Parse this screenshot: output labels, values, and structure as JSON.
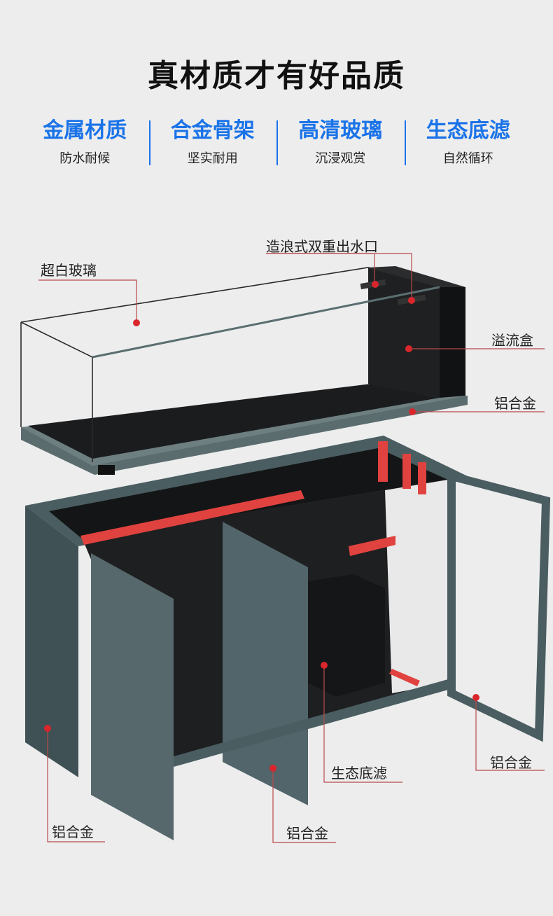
{
  "title": "真材质才有好品质",
  "features": [
    {
      "name": "金属材质",
      "sub": "防水耐候"
    },
    {
      "name": "合金骨架",
      "sub": "坚实耐用"
    },
    {
      "name": "高清玻璃",
      "sub": "沉浸观赏"
    },
    {
      "name": "生态底滤",
      "sub": "自然循环"
    }
  ],
  "callouts": {
    "ultra_white_glass": "超白玻璃",
    "wave_outlet": "造浪式双重出水口",
    "overflow_box": "溢流盒",
    "aluminum_tank_base": "铝合金",
    "aluminum_right_door": "铝合金",
    "sump_filter": "生态底滤",
    "aluminum_left_panel": "铝合金",
    "aluminum_center_door": "铝合金"
  },
  "colors": {
    "accent": "#1a73e8",
    "marker": "#d9262c",
    "cabinet": "#4a5d60",
    "pipe": "#e0433f"
  }
}
